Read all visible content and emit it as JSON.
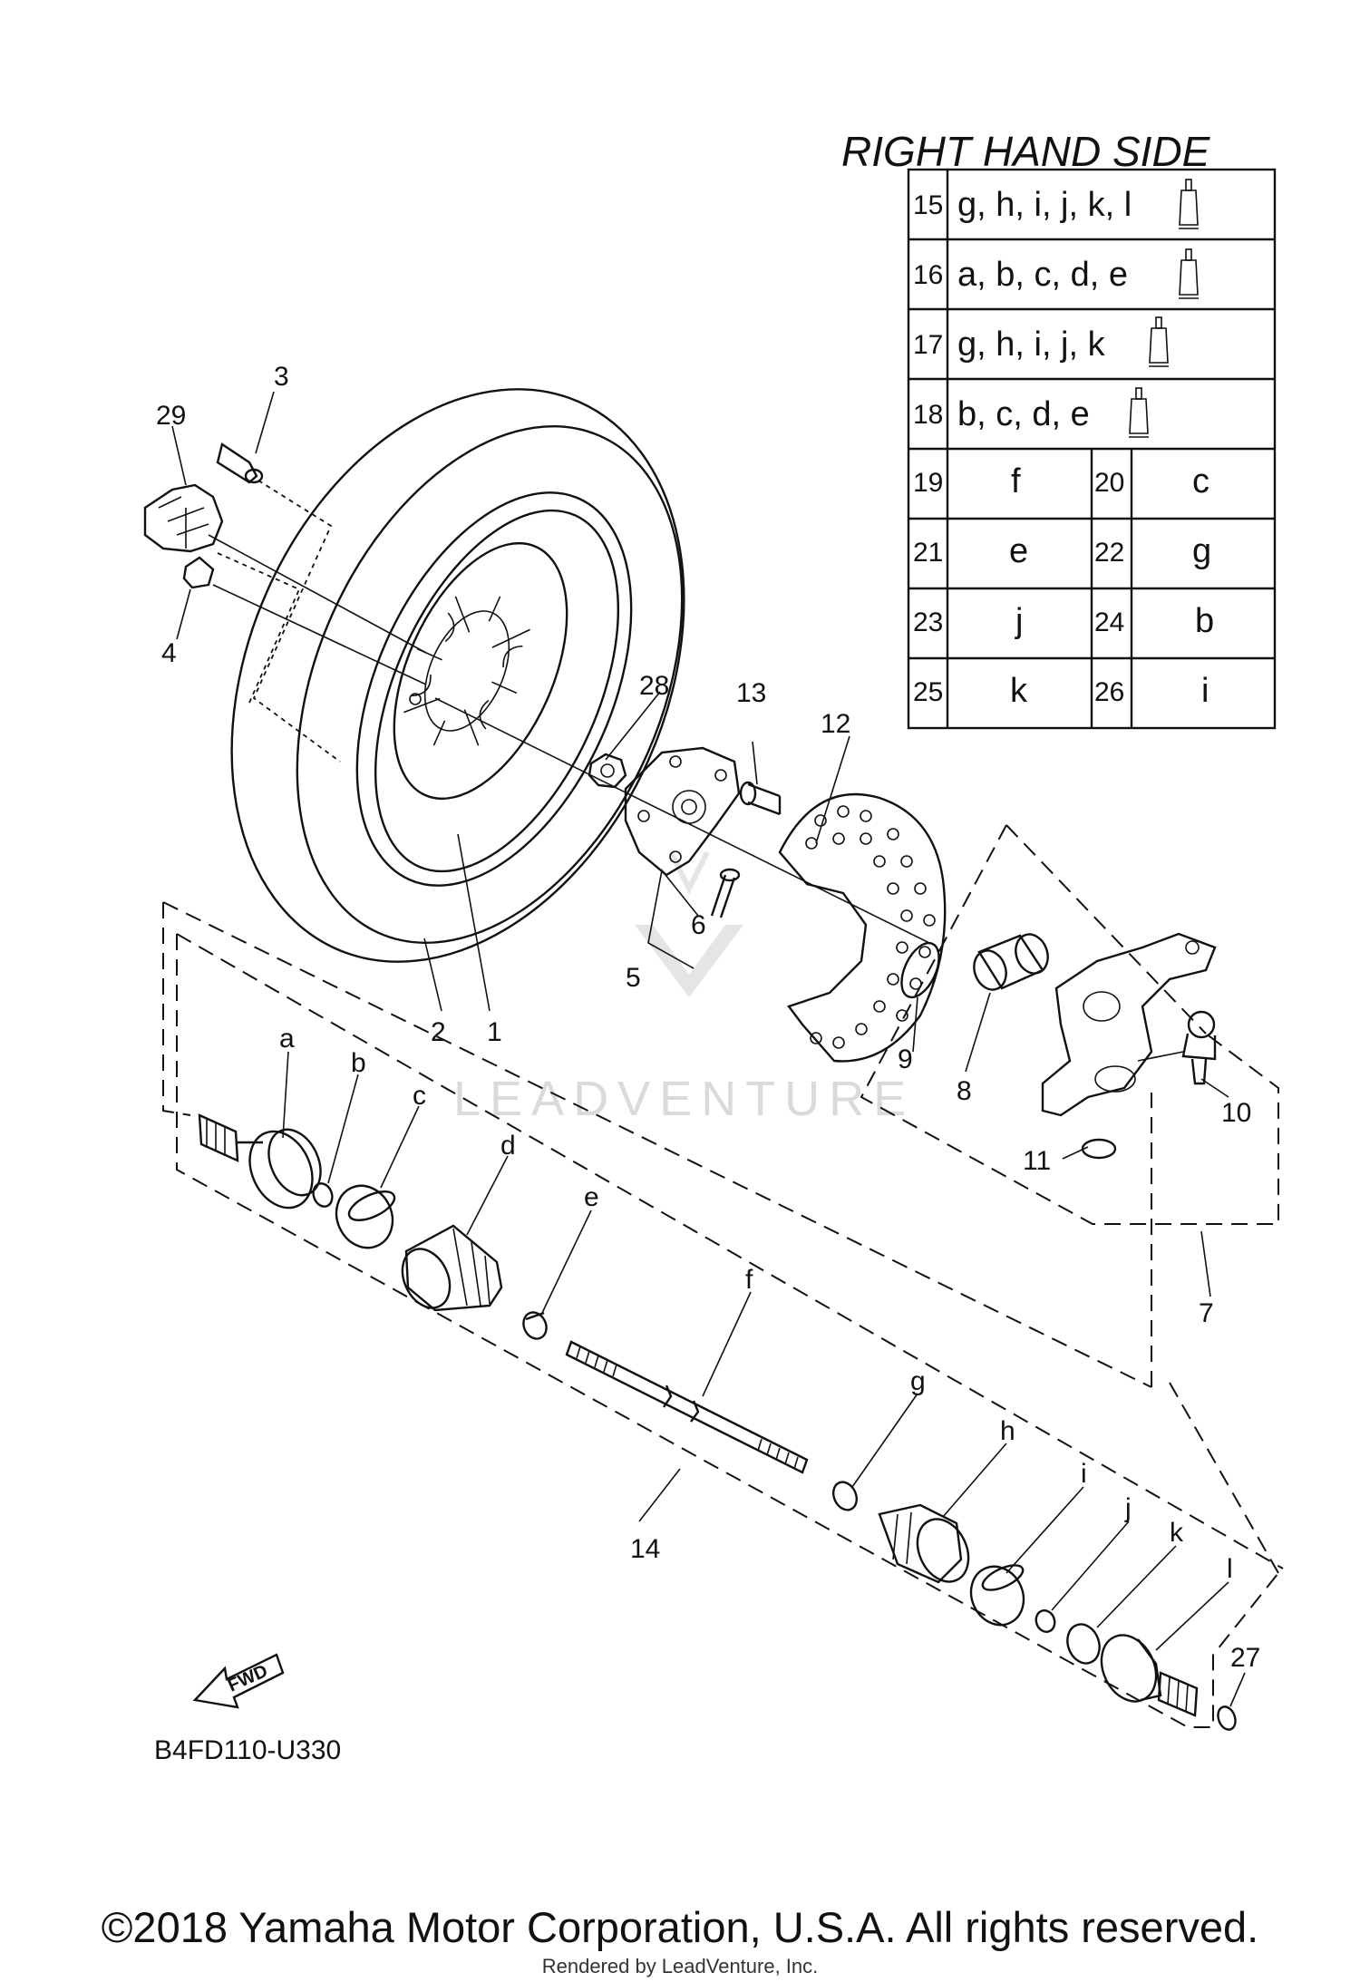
{
  "table": {
    "heading": "RIGHT HAND SIDE",
    "rows": [
      {
        "num": "15",
        "text": "g, h, i, j, k, l"
      },
      {
        "num": "16",
        "text": "a, b, c, d, e"
      },
      {
        "num": "17",
        "text": "g, h, i, j, k"
      },
      {
        "num": "18",
        "text": "b, c, d, e"
      }
    ],
    "pairs": [
      {
        "n1": "19",
        "v1": "f",
        "n2": "20",
        "v2": "c"
      },
      {
        "n1": "21",
        "v1": "e",
        "n2": "22",
        "v2": "g"
      },
      {
        "n1": "23",
        "v1": "j",
        "n2": "24",
        "v2": "b"
      },
      {
        "n1": "25",
        "v1": "k",
        "n2": "26",
        "v2": "i"
      }
    ]
  },
  "callouts": {
    "p1": "1",
    "p2": "2",
    "p3": "3",
    "p4": "4",
    "p5": "5",
    "p6": "6",
    "p7": "7",
    "p8": "8",
    "p9": "9",
    "p10": "10",
    "p11": "11",
    "p12": "12",
    "p13": "13",
    "p14": "14",
    "p27": "27",
    "p28": "28",
    "p29": "29",
    "a": "a",
    "b": "b",
    "c": "c",
    "d": "d",
    "e": "e",
    "f": "f",
    "g": "g",
    "h": "h",
    "i": "i",
    "j": "j",
    "k": "k",
    "l": "l"
  },
  "fwd": "FWD",
  "diagram_code": "B4FD110-U330",
  "watermark": "LEADVENTURE",
  "copyright": "©2018 Yamaha Motor Corporation, U.S.A. All rights reserved.",
  "rendered_by": "Rendered by LeadVenture, Inc."
}
